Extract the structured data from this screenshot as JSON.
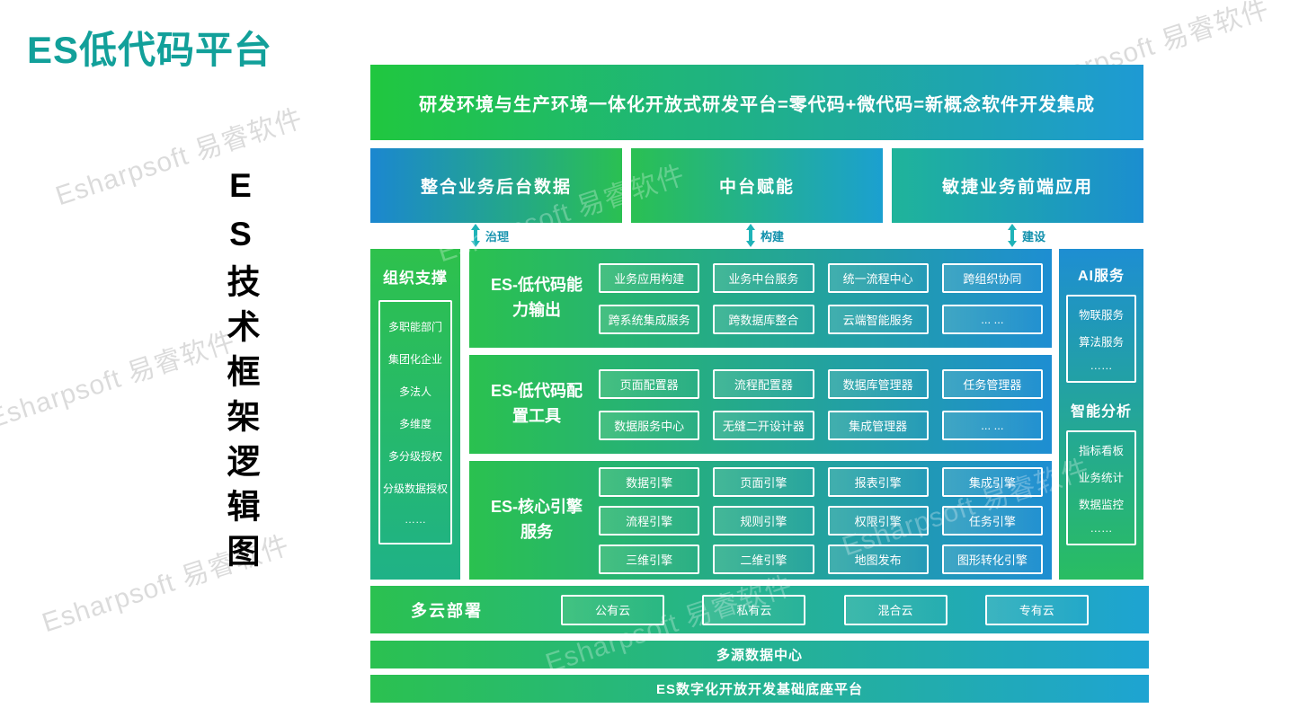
{
  "page": {
    "title": "ES低代码平台",
    "vertical_title": "ES技术框架逻辑图",
    "watermark": "Esharpsoft 易睿软件"
  },
  "banner": {
    "text": "研发环境与生产环境一体化开放式研发平台=零代码+微代码=新概念软件开发集成"
  },
  "pillars": [
    {
      "label": "整合业务后台数据",
      "arrow_label": "治理"
    },
    {
      "label": "中台赋能",
      "arrow_label": "构建"
    },
    {
      "label": "敏捷业务前端应用",
      "arrow_label": "建设"
    }
  ],
  "org_support": {
    "title": "组织支撑",
    "items": [
      "多职能部门",
      "集团化企业",
      "多法人",
      "多维度",
      "多分级授权",
      "分级数据授权",
      "……"
    ]
  },
  "sections": [
    {
      "title": "ES-低代码能力输出",
      "rows": [
        [
          "业务应用构建",
          "业务中台服务",
          "统一流程中心",
          "跨组织协同"
        ],
        [
          "跨系统集成服务",
          "跨数据库整合",
          "云端智能服务",
          "... ..."
        ]
      ]
    },
    {
      "title": "ES-低代码配置工具",
      "rows": [
        [
          "页面配置器",
          "流程配置器",
          "数据库管理器",
          "任务管理器"
        ],
        [
          "数据服务中心",
          "无缝二开设计器",
          "集成管理器",
          "... ..."
        ]
      ]
    },
    {
      "title": "ES-核心引擎服务",
      "rows": [
        [
          "数据引擎",
          "页面引擎",
          "报表引擎",
          "集成引擎"
        ],
        [
          "流程引擎",
          "规则引擎",
          "权限引擎",
          "任务引擎"
        ],
        [
          "三维引擎",
          "二维引擎",
          "地图发布",
          "图形转化引擎"
        ]
      ]
    }
  ],
  "right_column": [
    {
      "title": "AI服务",
      "items": [
        "物联服务",
        "算法服务",
        "……"
      ]
    },
    {
      "title": "智能分析",
      "items": [
        "指标看板",
        "业务统计",
        "数据监控",
        "……"
      ]
    }
  ],
  "cloud": {
    "title": "多云部署",
    "items": [
      "公有云",
      "私有云",
      "混合云",
      "专有云"
    ]
  },
  "bottom_bars": [
    {
      "text": "多源数据中心"
    },
    {
      "text": "ES数字化开放开发基础底座平台"
    }
  ],
  "colors": {
    "accent_teal": "#12a09a",
    "green": "#2ac14f",
    "blue": "#1e8ed2",
    "arrow": "#1fb3b8"
  }
}
